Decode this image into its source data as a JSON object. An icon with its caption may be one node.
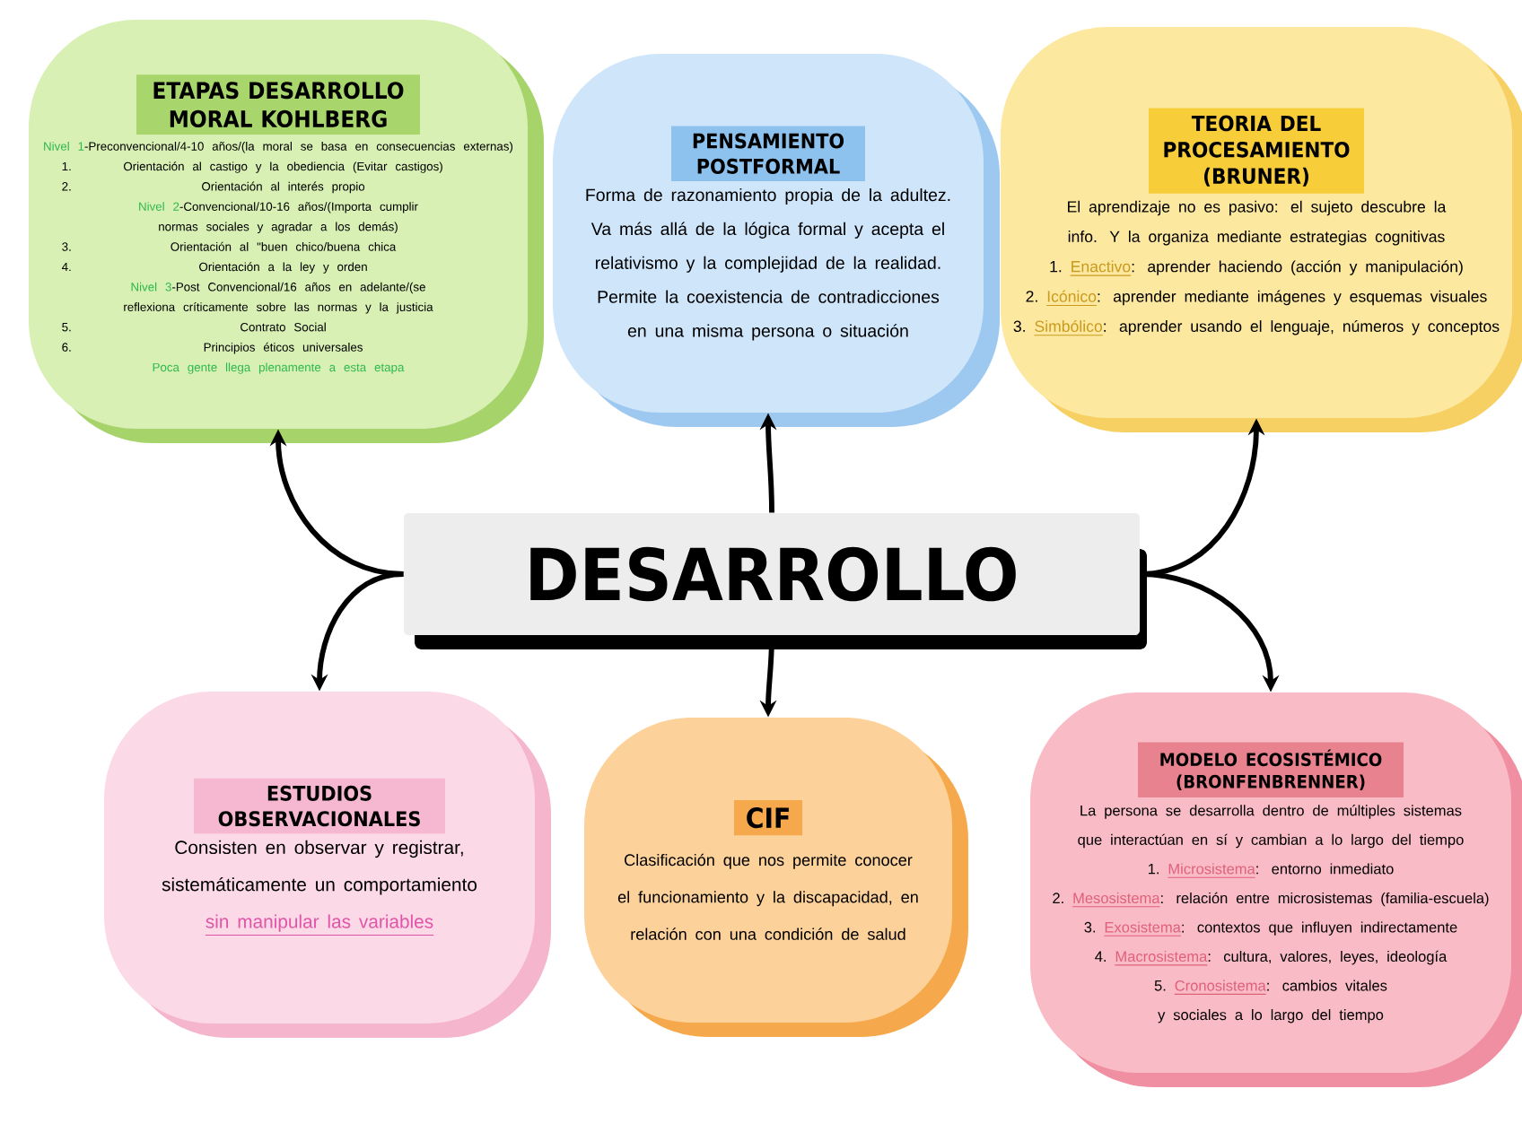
{
  "diagram": {
    "nodes": [
      {
        "text": [
          "DESARROLLO"
        ]
      },
      {
        "text": [
          "ETAPAS DESARROLLO MORAL KOHLBERG",
          "Nivel 1",
          "-Preconvencional/4-10 años/(la moral se basa en consecuencias externas)",
          "1.",
          "Orientación al castigo y la obediencia (Evitar castigos)",
          "2.",
          "Orientación al interés propio",
          "Nivel 2",
          "-Convencional/10-16 años/(Importa cumplir normas sociales y agradar a los demás)",
          "3.",
          "Orientación al \"buen chico/buena chica",
          "4.",
          "Orientación a la ley y orden",
          "Nivel 3",
          "-Post Convencional/16 años en adelante/(se reflexiona críticamente sobre las normas y la justicia",
          "5.",
          "Contrato Social",
          "6.",
          "Principios éticos universales",
          "Poca gente llega plenamente a esta etapa"
        ]
      },
      {
        "text": [
          "PENSAMIENTO POSTFORMAL",
          "Forma de razonamiento propia de la adultez. Va más allá de la lógica formal y acepta el relativismo y la complejidad de la realidad. Permite la coexistencia de contradicciones en una misma persona o situación"
        ]
      },
      {
        "text": [
          "TEORIA DEL PROCESAMIENTO (BRUNER)",
          "El aprendizaje no es pasivo: el sujeto descubre la info. Y la organiza mediante estrategias cognitivas",
          "1.",
          "Enactivo",
          ": aprender haciendo (acción y manipulación)",
          "2.",
          "Icónico",
          ": aprender mediante imágenes y esquemas visuales",
          "3.",
          "Simbólico",
          ": aprender usando el lenguaje, números y conceptos"
        ]
      },
      {
        "text": [
          "ESTUDIOS OBSERVACIONALES",
          "Consisten en observar y registrar, sistemáticamente un comportamiento",
          "sin manipular las variables"
        ]
      },
      {
        "text": [
          "CIF",
          "Clasificación que nos permite conocer el funcionamiento y la discapacidad, en relación con una condición de salud"
        ]
      },
      {
        "text": [
          "MODELO ECOSISTÉMICO (BRONFENBRENNER)",
          "La persona se desarrolla dentro de múltiples sistemas que interactúan en sí y cambian a lo largo del tiempo",
          "1.",
          "Microsistema",
          ": entorno inmediato",
          "2.",
          "Mesosistema",
          ": relación entre microsistemas (familia-escuela)",
          "3.",
          "Exosistema",
          ": contextos que influyen indirectamente",
          "4.",
          "Macrosistema",
          ": cultura, valores, leyes, ideología",
          "5.",
          "Cronosistema",
          ": cambios vitales y sociales a lo largo del tiempo"
        ]
      }
    ],
    "edges": [
      {
        "from": 0,
        "to": 1,
        "arrow": "to"
      },
      {
        "from": 0,
        "to": 2,
        "arrow": "to"
      },
      {
        "from": 0,
        "to": 3,
        "arrow": "to"
      },
      {
        "from": 0,
        "to": 4,
        "arrow": "to"
      },
      {
        "from": 0,
        "to": 5,
        "arrow": "to"
      },
      {
        "from": 0,
        "to": 6,
        "arrow": "to"
      }
    ]
  }
}
